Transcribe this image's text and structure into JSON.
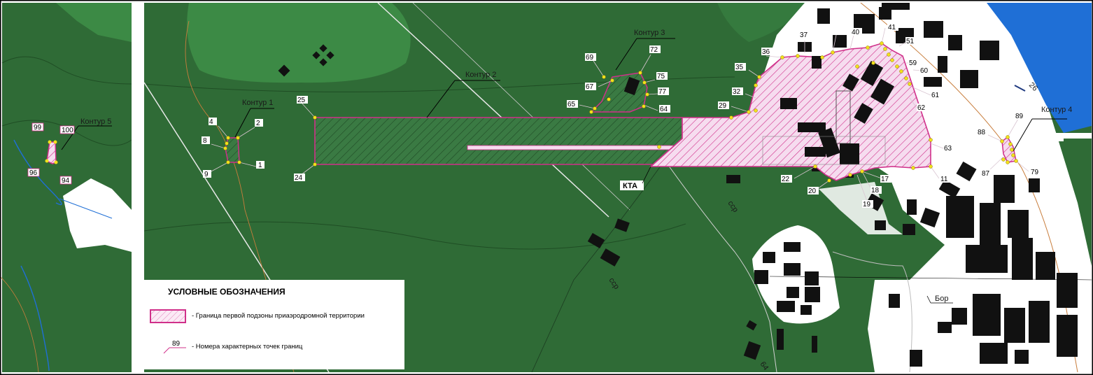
{
  "labels": {
    "kontur5": "Контур 5",
    "kontur1": "Контур 1",
    "kontur2": "Контур 2",
    "kontur3": "Контур 3",
    "kontur4": "Контур 4",
    "kta": "КТА",
    "bor": "Бор",
    "ssr1": "сср",
    "ssr2": "сср",
    "road26": "26",
    "road64": "64"
  },
  "points": {
    "p99": "99",
    "p100": "100",
    "p96": "96",
    "p94": "94",
    "p4": "4",
    "p2": "2",
    "p8": "8",
    "p9": "9",
    "p1": "1",
    "p25": "25",
    "p24": "24",
    "p69": "69",
    "p72": "72",
    "p75": "75",
    "p67": "67",
    "p77": "77",
    "p65": "65",
    "p64": "64",
    "p37": "37",
    "p40": "40",
    "p41": "41",
    "p36": "36",
    "p35": "35",
    "p32": "32",
    "p29": "29",
    "p51": "51",
    "p59": "59",
    "p60": "60",
    "p61": "61",
    "p62": "62",
    "p63": "63",
    "p11": "11",
    "p22": "22",
    "p20": "20",
    "p18": "18",
    "p17": "17",
    "p19": "19",
    "p88": "88",
    "p89": "89",
    "p87": "87",
    "p79": "79"
  },
  "legend": {
    "title": "УСЛОВНЫЕ ОБОЗНАЧЕНИЯ",
    "boundary_text": "- Граница первой подзоны приаэродромной территории",
    "point_sample": "89",
    "point_text": "- Номера  характерных точек границ"
  },
  "colors": {
    "forest": "#2f6b36",
    "forest_light": "#3c8a45",
    "builtup": "#ffffff",
    "water": "#1f6fd6",
    "boundary": "#d0308a",
    "hatch": "#e39ac8",
    "building": "#111111",
    "point": "#f2e01c"
  }
}
